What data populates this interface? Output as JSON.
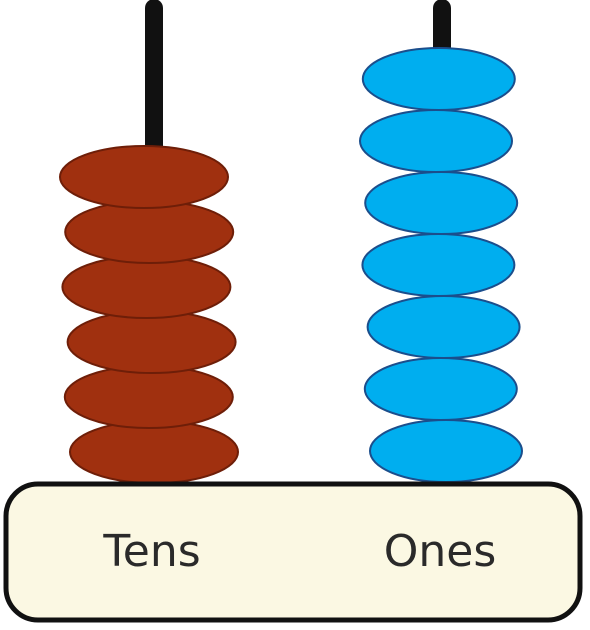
{
  "abacus": {
    "columns": [
      {
        "label": "Tens",
        "beads": 6,
        "bead_color": "#A0300F",
        "bead_stroke": "#6E1E08"
      },
      {
        "label": "Ones",
        "beads": 7,
        "bead_color": "#00AEEF",
        "bead_stroke": "#1B4E8C"
      }
    ],
    "rod_color": "#111111",
    "base_fill": "#FBF8E3",
    "base_stroke": "#111111"
  }
}
